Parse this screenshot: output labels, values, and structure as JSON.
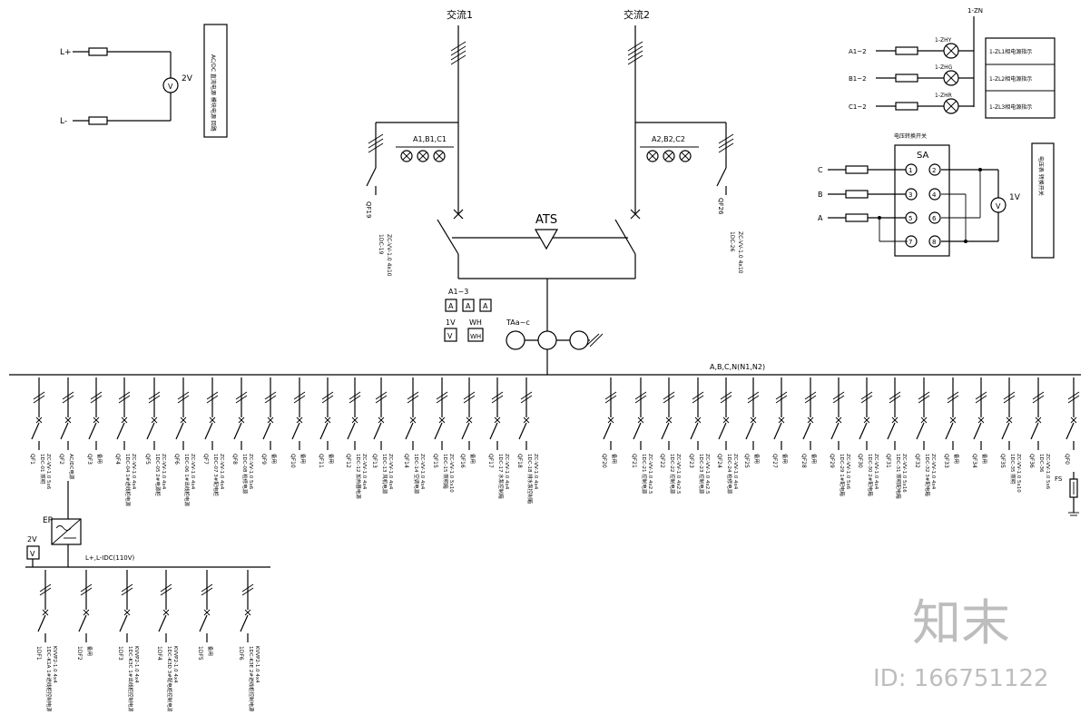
{
  "sources": {
    "incoming_1": "交流1",
    "incoming_2": "交流2",
    "phase_label_1": "A1,B1,C1",
    "phase_label_2": "A2,B2,C2",
    "ats": "ATS",
    "feeder_left": "QF19",
    "feeder_left_desc": "1DC-19",
    "feeder_left_cable": "ZC-VV-1.0 4x10",
    "feeder_right": "QF26",
    "feeder_right_desc": "1DC-26",
    "feeder_right_cable": "ZC-VV-1.0 4x10"
  },
  "meters": {
    "ammeter_group": "A1~3",
    "ammeter_symbol": "A",
    "voltmeter_label": "1V",
    "voltmeter_symbol": "V",
    "energy_label": "WH",
    "energy_symbol": "WH",
    "ct_label": "TAa~c"
  },
  "busbar": {
    "label": "A,B,C,N(N1,N2)"
  },
  "dc_supply": {
    "plus": "L+",
    "minus": "L-",
    "meter": "V",
    "meter_label": "2V",
    "panel_text": "AC/DC 直流电源 模块电源 回路"
  },
  "indicators": {
    "top_label": "1-ZN",
    "rows": [
      {
        "input": "A1~2",
        "lamp": "1-ZHY",
        "desc": "1-ZL1相电源指示"
      },
      {
        "input": "B1~2",
        "lamp": "1-ZHG",
        "desc": "1-ZL2相电源指示"
      },
      {
        "input": "C1~2",
        "lamp": "1-ZHR",
        "desc": "1-ZL3相电源指示"
      }
    ]
  },
  "selector": {
    "title": "电压转换开关",
    "switch": "SA",
    "inputs": [
      "C",
      "B",
      "A"
    ],
    "left_terminals": [
      "1",
      "3",
      "5",
      "7"
    ],
    "right_terminals": [
      "2",
      "4",
      "6",
      "8"
    ],
    "meter": "V",
    "meter_label": "1V",
    "panel_text": "电压表 转换开关"
  },
  "left_feeders": [
    {
      "id": "QF1",
      "desc": "1DC-01 照明",
      "cable": "ZC-VV-1.0 5x6"
    },
    {
      "id": "QF2",
      "desc": "AC/DC电源",
      "cable": ""
    },
    {
      "id": "QF3",
      "desc": "备用",
      "cable": ""
    },
    {
      "id": "QF4",
      "desc": "1DC-04 1#进线柜电源",
      "cable": "ZC-VV-1.0 4x4"
    },
    {
      "id": "QF5",
      "desc": "1DC-05 2#电源柜",
      "cable": "ZC-VV-1.0 4x4"
    },
    {
      "id": "QF6",
      "desc": "1DC-06 1#出线柜电源",
      "cable": "ZC-VV-1.0 4x4"
    },
    {
      "id": "QF7",
      "desc": "1DC-07 3#配电柜",
      "cable": "ZC-VV-1.0 4x4"
    },
    {
      "id": "QF8",
      "desc": "1DC-08 检修电源",
      "cable": "ZC-VV-1.0 5x6"
    },
    {
      "id": "QF9",
      "desc": "备用",
      "cable": ""
    },
    {
      "id": "QF10",
      "desc": "备用",
      "cable": ""
    },
    {
      "id": "QF11",
      "desc": "备用",
      "cable": ""
    },
    {
      "id": "QF12",
      "desc": "1DC-12 加热器电源",
      "cable": "ZC-VV-1.0 4x4"
    },
    {
      "id": "QF13",
      "desc": "1DC-13 风机电源",
      "cable": "ZC-VV-1.0 4x4"
    },
    {
      "id": "QF14",
      "desc": "1DC-14 空调电源",
      "cable": "ZC-VV-1.0 4x4"
    },
    {
      "id": "QF15",
      "desc": "1DC-15 照明箱",
      "cable": "ZC-VV-1.0 5x10"
    },
    {
      "id": "QF16",
      "desc": "备用",
      "cable": ""
    },
    {
      "id": "QF17",
      "desc": "1DC-17 水泵控制箱",
      "cable": "ZC-VV-1.0 4x4"
    },
    {
      "id": "QF18",
      "desc": "1DC-18 排水泵控制箱",
      "cable": "ZC-VV-1.0 4x4"
    }
  ],
  "right_feeders": [
    {
      "id": "QF20",
      "desc": "备用",
      "cable": ""
    },
    {
      "id": "QF21",
      "desc": "1DC-21 控制电源",
      "cable": "ZC-VV-1.0 4x2.5"
    },
    {
      "id": "QF22",
      "desc": "1DC-22 控制电源",
      "cable": "ZC-VV-1.0 4x2.5"
    },
    {
      "id": "QF23",
      "desc": "1DC-23 控制电源",
      "cable": "ZC-VV-1.0 4x2.5"
    },
    {
      "id": "QF24",
      "desc": "1DC-24 检修电源",
      "cable": "ZC-VV-1.0 4x4"
    },
    {
      "id": "QF25",
      "desc": "备用",
      "cable": ""
    },
    {
      "id": "QF27",
      "desc": "备用",
      "cable": ""
    },
    {
      "id": "QF28",
      "desc": "备用",
      "cable": ""
    },
    {
      "id": "QF29",
      "desc": "1DC-29 1#配电箱",
      "cable": "ZC-VV-1.0 5x6"
    },
    {
      "id": "QF30",
      "desc": "1DC-30 2#配电箱",
      "cable": "ZC-VV-1.0 4x4"
    },
    {
      "id": "QF31",
      "desc": "1DC-31 照明配电箱",
      "cable": "ZC-VV-1.0 5x16"
    },
    {
      "id": "QF32",
      "desc": "1DC-32 3#配电箱",
      "cable": "ZC-VV-1.0 4x4"
    },
    {
      "id": "QF33",
      "desc": "备用",
      "cable": ""
    },
    {
      "id": "QF34",
      "desc": "备用",
      "cable": ""
    },
    {
      "id": "QF35",
      "desc": "1DC-35 照明",
      "cable": "ZC-VV-1.0 5x10"
    },
    {
      "id": "QF36",
      "desc": "1DC-36",
      "cable": "ZC-VV-1.0 5x6"
    },
    {
      "id": "QF0",
      "desc": "",
      "cable": ""
    }
  ],
  "spd_label": "FS",
  "dc_section": {
    "charger": "ER",
    "meter": "V",
    "meter_label": "2V",
    "bus_label": "L+,L-IDC(110V)",
    "feeders": [
      {
        "id": "1DF1",
        "desc": "1DC-K1A 1#进线柜控制电源",
        "cable": "KVVP2-1.0 4x4"
      },
      {
        "id": "1DF2",
        "desc": "备用",
        "cable": ""
      },
      {
        "id": "1DF3",
        "desc": "1DC-K3C 1#出线柜控制电源",
        "cable": "KVVP2-1.0 4x4"
      },
      {
        "id": "1DF4",
        "desc": "1DC-K3D 3#配电柜控制电源",
        "cable": "KVVP2-1.0 4x4"
      },
      {
        "id": "1DF5",
        "desc": "备用",
        "cable": ""
      },
      {
        "id": "1DF6",
        "desc": "1DC-K3E 2#进线柜控制电源",
        "cable": "KVVP2-1.0 4x4"
      }
    ]
  },
  "watermark": {
    "brand": "知末",
    "id": "ID: 166751122"
  }
}
